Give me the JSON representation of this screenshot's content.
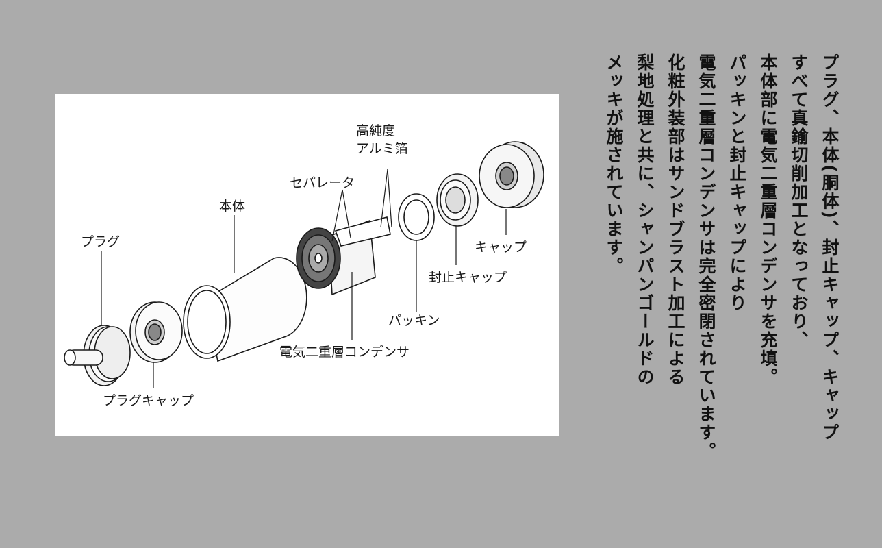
{
  "diagram": {
    "labels": {
      "plug": "プラグ",
      "plug_cap": "プラグキャップ",
      "body": "本体",
      "separator": "セパレータ",
      "foil_line1": "高純度",
      "foil_line2": "アルミ箔",
      "capacitor": "電気二重層コンデンサ",
      "packing": "パッキン",
      "seal_cap": "封止キャップ",
      "cap": "キャップ"
    }
  },
  "description": {
    "lines": [
      "プラグ、本体(胴体)、封止キャップ、キャップ",
      "すべて真鍮切削加工となっており、",
      "本体部に電気二重層コンデンサを充填。",
      "パッキンと封止キャップにより",
      "電気二重層コンデンサは完全密閉されています。",
      "化粧外装部はサンドブラスト加工による",
      "梨地処理と共に、シャンパンゴールドの",
      "メッキが施されています。"
    ]
  }
}
